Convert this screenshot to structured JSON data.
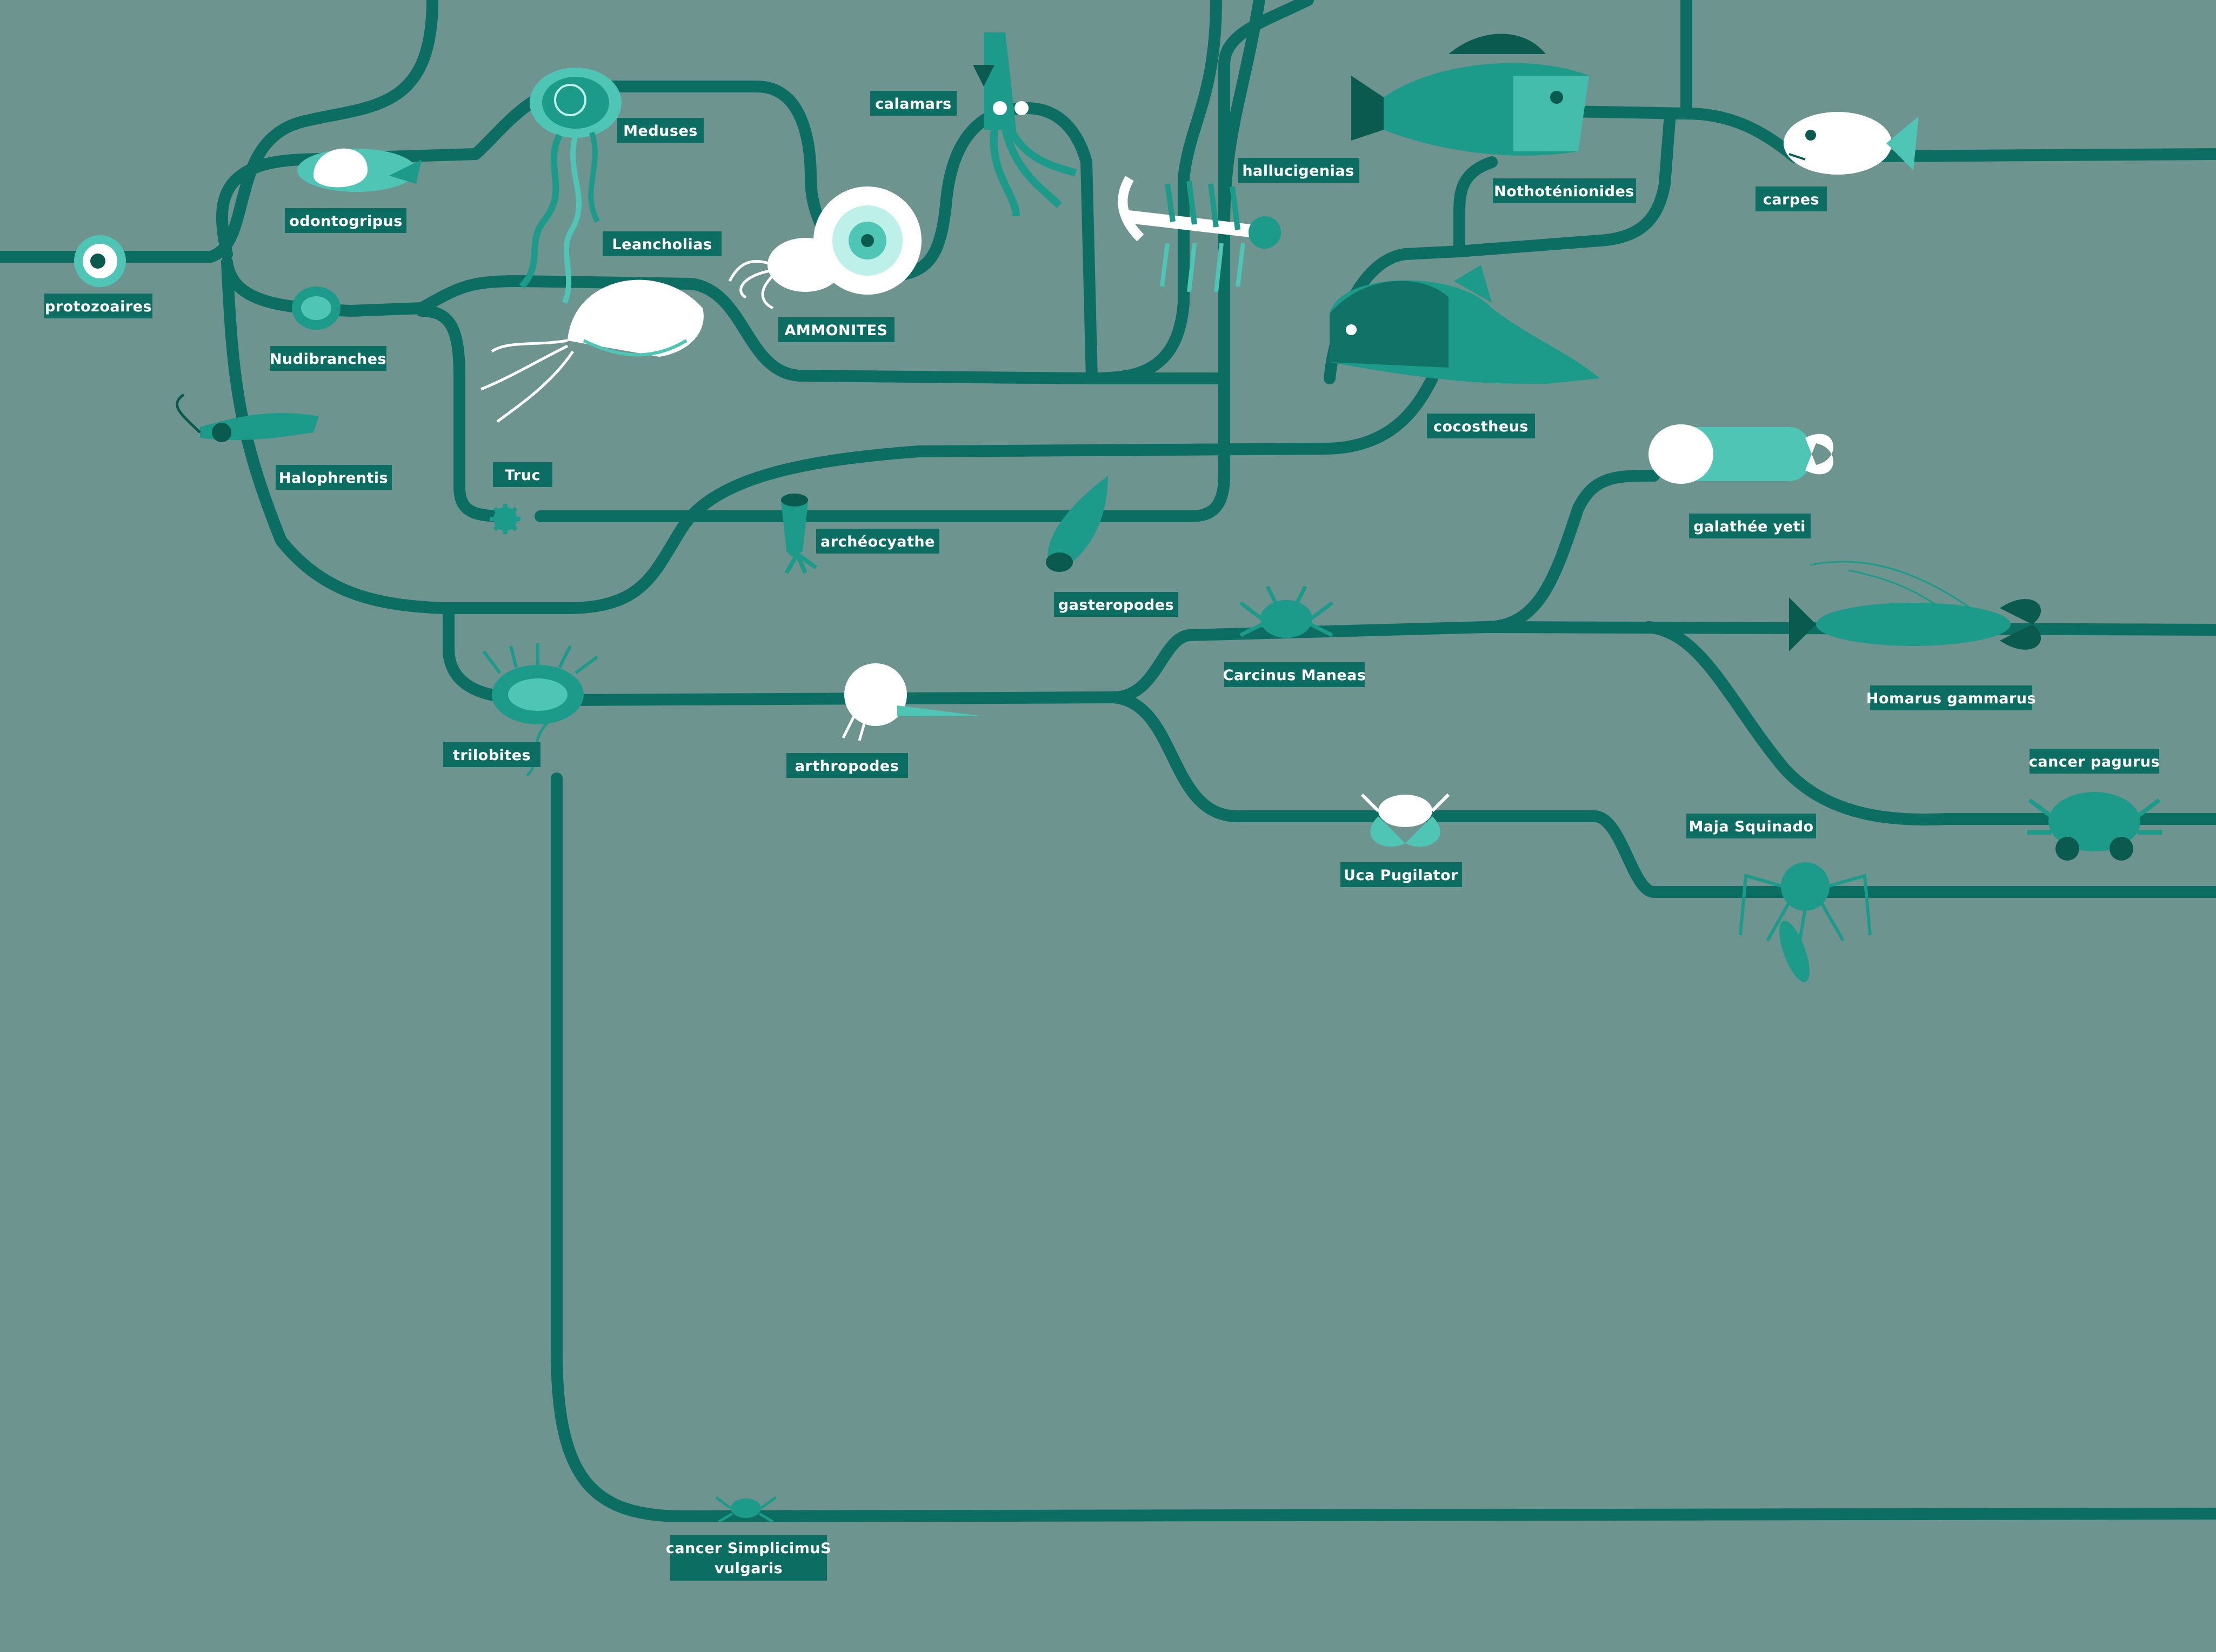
{
  "colors": {
    "background": "#6e9490",
    "branch": "#0c6e62",
    "label_bg": "#0c6e62",
    "label_text": "#ffffff",
    "creature_teal": "#1c9a8a",
    "creature_light": "#4fc5b5",
    "creature_white": "#ffffff",
    "creature_dark": "#0a5a50"
  },
  "labels": {
    "protozoaires": "protozoaires",
    "odontogripus": "odontogripus",
    "meduses": "Meduses",
    "calamars": "calamars",
    "hallucigenias": "hallucigenias",
    "nothoteniones": "Nothoténionides",
    "carpes": "carpes",
    "nudibranches": "Nudibranches",
    "leancholias": "Leancholias",
    "ammonites": "AMMONITES",
    "halophrentis": "Halophrentis",
    "truc": "Truc",
    "archeocyathe": "archéocyathe",
    "cocostheus": "cocostheus",
    "gasteropodes": "gasteropodes",
    "galathee_yeti": "galathée yeti",
    "carcinus_maneas": "Carcinus Maneas",
    "homarus_gammarus": "Homarus gammarus",
    "trilobites": "trilobites",
    "arthropodes": "arthropodes",
    "cancer_pagurus": "cancer pagurus",
    "maja_squinado": "Maja Squinado",
    "uca_pugilator": "Uca Pugilator",
    "cancer_simplicimus_line1": "cancer SimplicimuS",
    "cancer_simplicimus_line2": "vulgaris"
  },
  "icons": [
    "protozoa-icon",
    "odontogriphus-icon",
    "jellyfish-icon",
    "nautilus-icon",
    "ammonite-icon",
    "squid-icon",
    "hallucigenia-icon",
    "notothenioid-fish-icon",
    "carp-fish-icon",
    "nudibranch-icon",
    "leanchoilia-icon",
    "halophrentis-worm-icon",
    "truc-icon",
    "archaeocyatha-icon",
    "gastropod-shell-icon",
    "dunkleosteus-icon",
    "galathea-icon",
    "green-crab-icon",
    "lobster-icon",
    "trilobite-icon",
    "hermit-crab-icon",
    "fiddler-crab-icon",
    "spider-crab-icon",
    "edible-crab-icon",
    "small-crab-icon"
  ]
}
